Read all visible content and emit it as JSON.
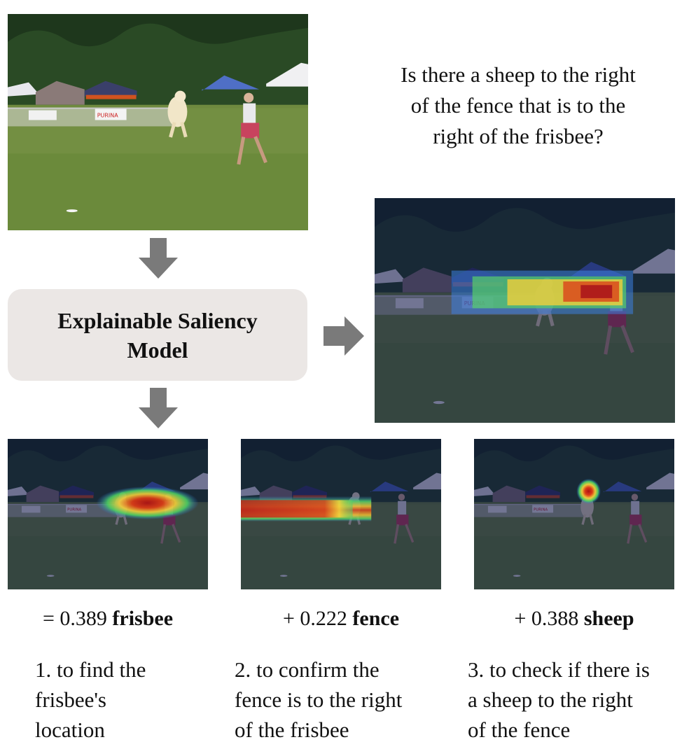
{
  "question": "Is there a sheep to the right\nof the fence that is to the\nright of the frisbee?",
  "model_label": "Explainable Saliency\nModel",
  "steps": [
    {
      "op": "=",
      "score": "0.389",
      "concept": "frisbee",
      "caption": "1. to find the\nfrisbee's\nlocation"
    },
    {
      "op": "+",
      "score": "0.222",
      "concept": "fence",
      "caption": "2. to confirm the\nfence is to the right\nof the frisbee"
    },
    {
      "op": "+",
      "score": "0.388",
      "concept": "sheep",
      "caption": "3. to check if there is\na sheep to the right\nof the fence"
    }
  ],
  "colors": {
    "arrow": "#7a7a7a",
    "box": "#ebe7e5",
    "grass": "#6f8b3e",
    "trees": "#1f3a1d"
  }
}
